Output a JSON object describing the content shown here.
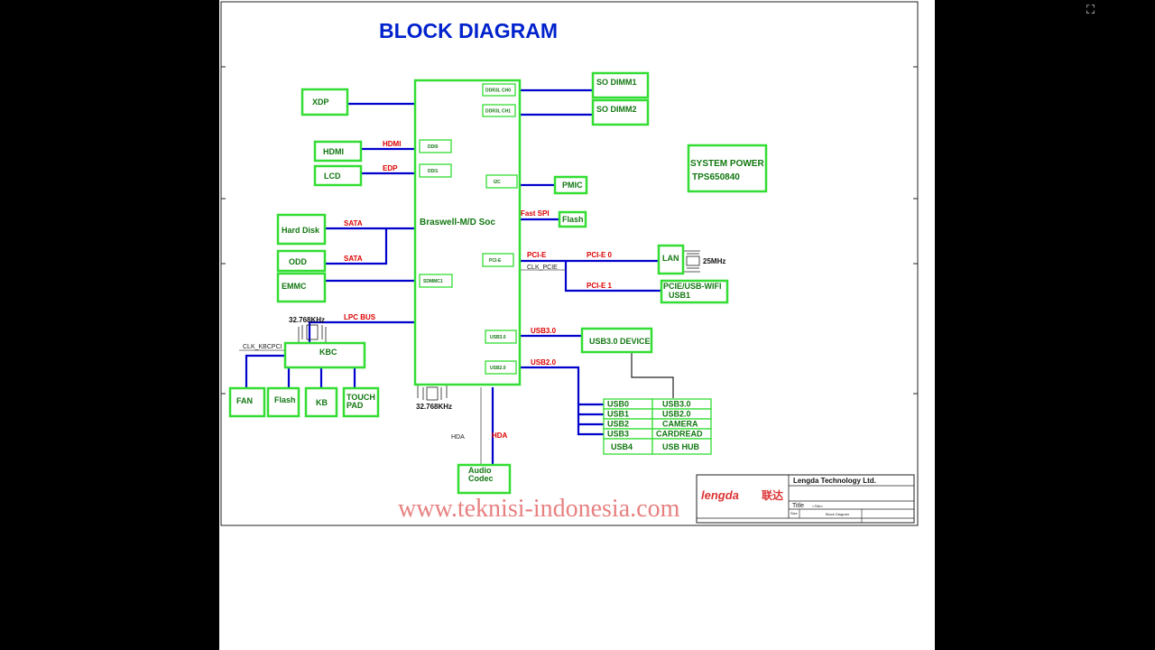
{
  "title": "BLOCK DIAGRAM",
  "soc": {
    "name": "Braswell-M/D Soc",
    "ports": {
      "ddr_ch0": "DDR3L CH0",
      "ddr_ch1": "DDR3L CH1",
      "ddi0": "DDI0",
      "ddi1": "DDI1",
      "i2c": "I2C",
      "pcie": "PCI-E",
      "sdmmc1": "SDMMC1",
      "usb3": "USB3.0",
      "usb2": "USB2.0"
    }
  },
  "blocks": {
    "xdp": "XDP",
    "hdmi": "HDMI",
    "lcd": "LCD",
    "hdd": "Hard Disk",
    "odd": "ODD",
    "emmc": "EMMC",
    "dimm1": "SO DIMM1",
    "dimm2": "SO DIMM2",
    "pmic": "PMIC",
    "flash_spi": "Flash",
    "lan": "LAN",
    "wifi_1": "PCIE/USB-WIFI",
    "wifi_2": "USB1",
    "usb3dev": "USB3.0 DEVICE",
    "kbc": "KBC",
    "fan": "FAN",
    "kbc_flash": "Flash",
    "kb": "KB",
    "touch_1": "TOUCH",
    "touch_2": "PAD",
    "audio_1": "Audio",
    "audio_2": "Codec",
    "power_1": "SYSTEM POWER",
    "power_2": "TPS650840"
  },
  "signals": {
    "hdmi": "HDMI",
    "edp": "EDP",
    "sata1": "SATA",
    "sata2": "SATA",
    "lpc": "LPC BUS",
    "fast_spi": "Fast SPI",
    "pcie": "PCI-E",
    "pcie0": "PCI-E 0",
    "pcie1": "PCI-E 1",
    "usb3": "USB3.0",
    "usb2": "USB2.0",
    "hda": "HDA"
  },
  "notes": {
    "clk_kbcpci": "CLK_KBCPCI",
    "clk_pcie": "CLK_PCIE",
    "hda_small": "HDA",
    "xtal_kbc": "32.768KHz",
    "xtal_soc": "32.768KHz",
    "xtal_lan": "25MHz"
  },
  "usb_table": [
    {
      "port": "USB0",
      "device": "USB3.0"
    },
    {
      "port": "USB1",
      "device": "USB2.0"
    },
    {
      "port": "USB2",
      "device": "CAMERA"
    },
    {
      "port": "USB3",
      "device": "CARDREAD"
    },
    {
      "port": "USB4",
      "device": "USB HUB"
    }
  ],
  "title_block": {
    "company": "Lengda Technology Ltd.",
    "logo": "lengda",
    "logo_cn": "联达",
    "title_label": "Title",
    "title_value": "<Title>",
    "doc_label": "Size",
    "doc_name": "Block Diagram"
  },
  "watermark": "www.teknisi-indonesia.com"
}
